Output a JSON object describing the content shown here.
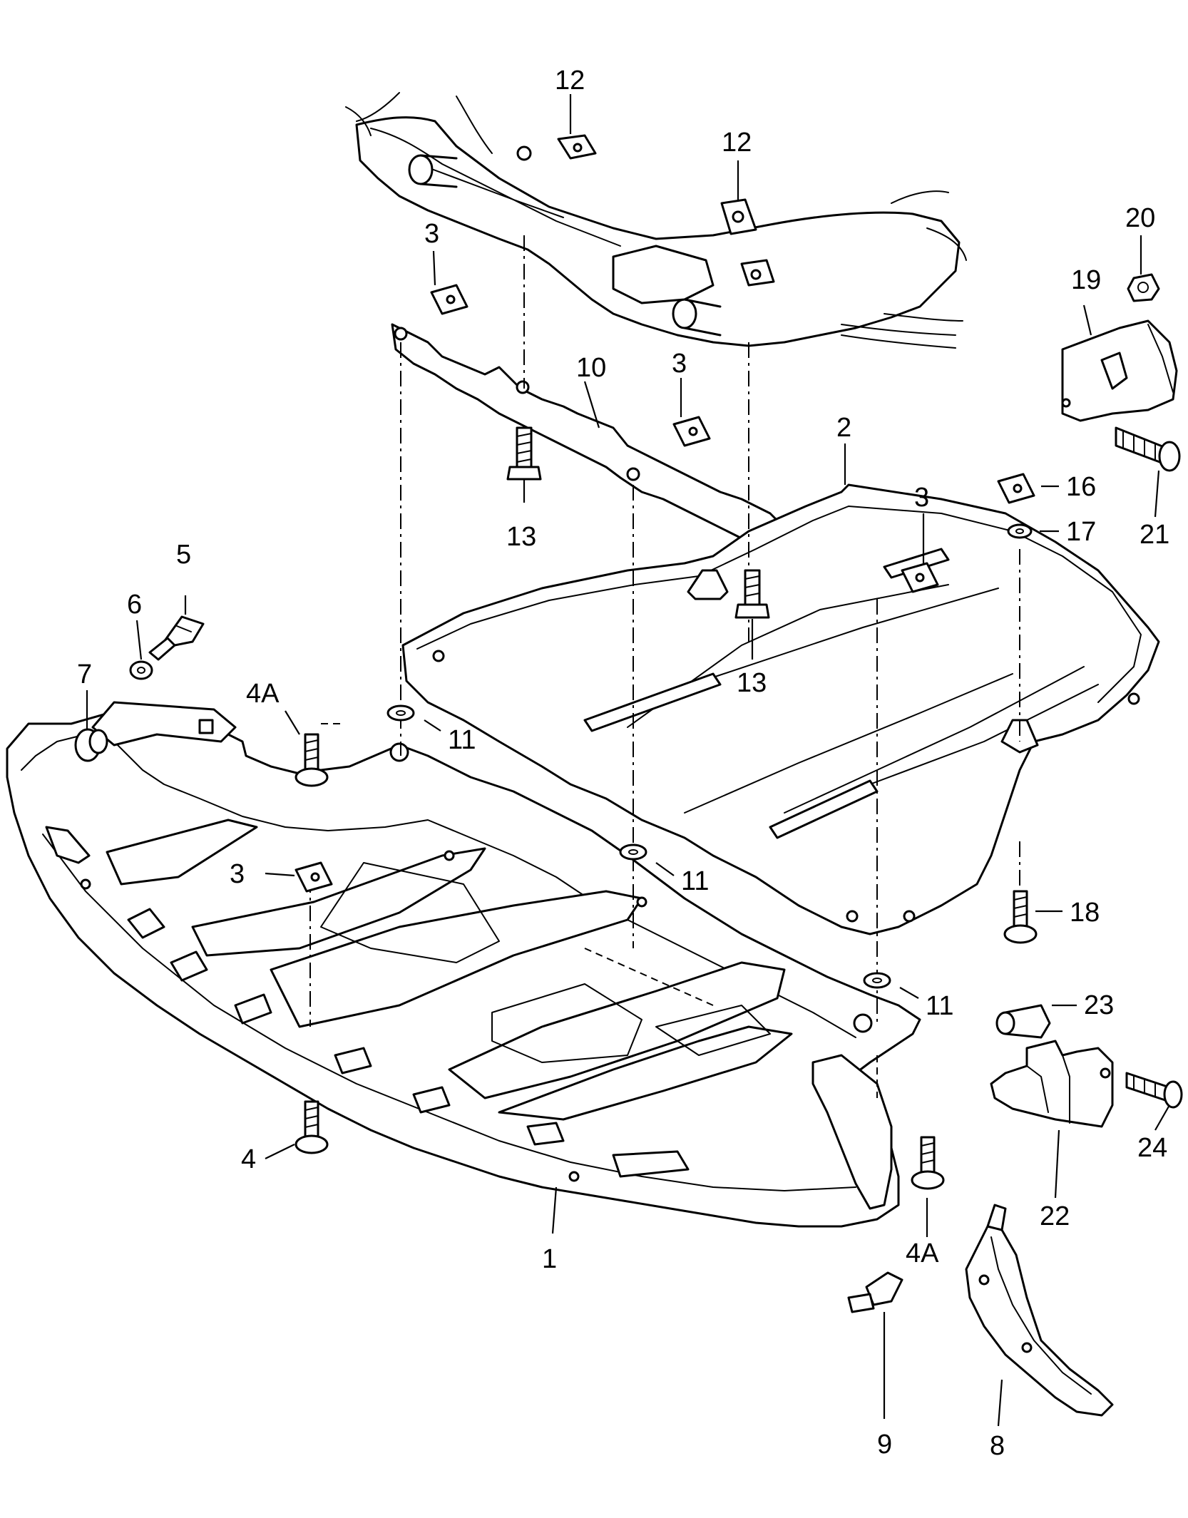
{
  "diagram": {
    "labels": {
      "p1": "1",
      "p2": "2",
      "p3a": "3",
      "p3b": "3",
      "p3c": "3",
      "p3d": "3",
      "p4": "4",
      "p4a_left": "4A",
      "p4a_right": "4A",
      "p5": "5",
      "p6": "6",
      "p7": "7",
      "p8": "8",
      "p9": "9",
      "p10": "10",
      "p11a": "11",
      "p11b": "11",
      "p11c": "11",
      "p12a": "12",
      "p12b": "12",
      "p13a": "13",
      "p13b": "13",
      "p16": "16",
      "p17": "17",
      "p18": "18",
      "p19": "19",
      "p20": "20",
      "p21": "21",
      "p22": "22",
      "p23": "23",
      "p24": "24"
    }
  }
}
